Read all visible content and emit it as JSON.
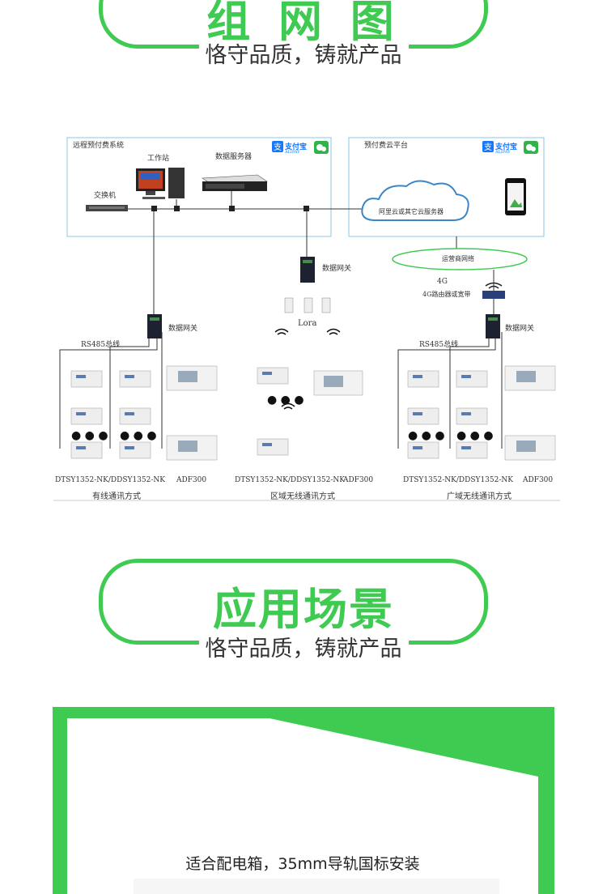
{
  "colors": {
    "accent": "#3fcb52",
    "line": "#333333",
    "box_border": "#8fc4e0",
    "cloud": "#3a86c8"
  },
  "section1": {
    "title": "组 网 图",
    "subtitle": "恪守品质，铸就产品"
  },
  "section2": {
    "title": "应用场景",
    "subtitle": "恪守品质，铸就产品"
  },
  "diagram": {
    "left_box_title": "远程预付费系统",
    "right_box_title": "预付费云平台",
    "workstation": "工作站",
    "data_server": "数据服务器",
    "switch": "交换机",
    "cloud": "阿里云或其它云服务器",
    "operator_network": "运营商网络",
    "router_4g": "4G",
    "router_desc": "4G路由器或宽带",
    "gateway": "数据网关",
    "lora": "Lora",
    "rs485": "RS485总线",
    "alipay": "支付宝",
    "alipay_en": "ALIPAY",
    "groups": [
      {
        "meters": "DTSY1352-NK/DDSY1352-NK",
        "adf": "ADF300",
        "mode": "有线通讯方式"
      },
      {
        "meters": "DTSY1352-NK/DDSY1352-NK",
        "adf": "ADF300",
        "mode": "区域无线通讯方式"
      },
      {
        "meters": "DTSY1352-NK/DDSY1352-NK",
        "adf": "ADF300",
        "mode": "广域无线通讯方式"
      }
    ]
  },
  "application": {
    "caption": "适合配电箱，35mm导轨国标安装"
  }
}
